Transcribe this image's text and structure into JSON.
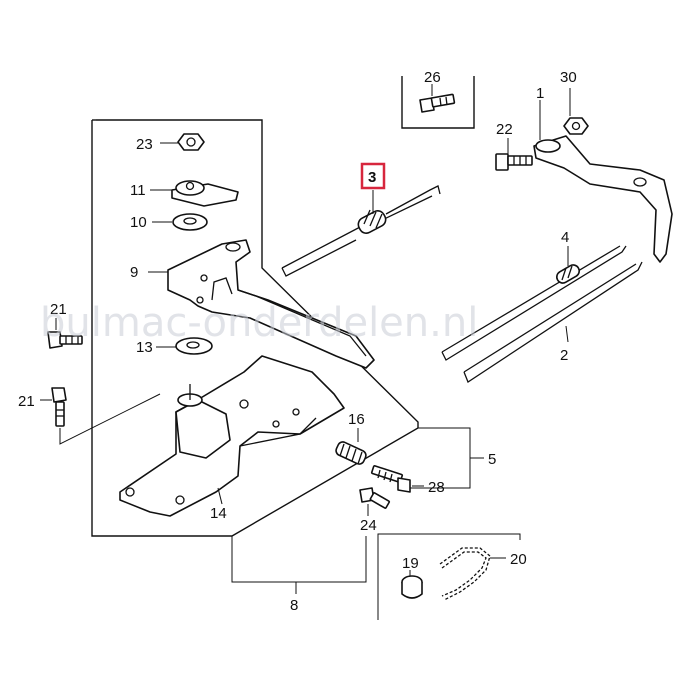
{
  "watermark": "bulmac-onderdelen.nl",
  "highlight_color": "#d7263d",
  "callouts": {
    "p1": "1",
    "p2": "2",
    "p3": "3",
    "p4": "4",
    "p5": "5",
    "p8": "8",
    "p9": "9",
    "p10": "10",
    "p11": "11",
    "p13": "13",
    "p14": "14",
    "p16": "16",
    "p19": "19",
    "p20": "20",
    "p21a": "21",
    "p21b": "21",
    "p22": "22",
    "p23": "23",
    "p24": "24",
    "p26": "26",
    "p28": "28",
    "p30": "30"
  }
}
